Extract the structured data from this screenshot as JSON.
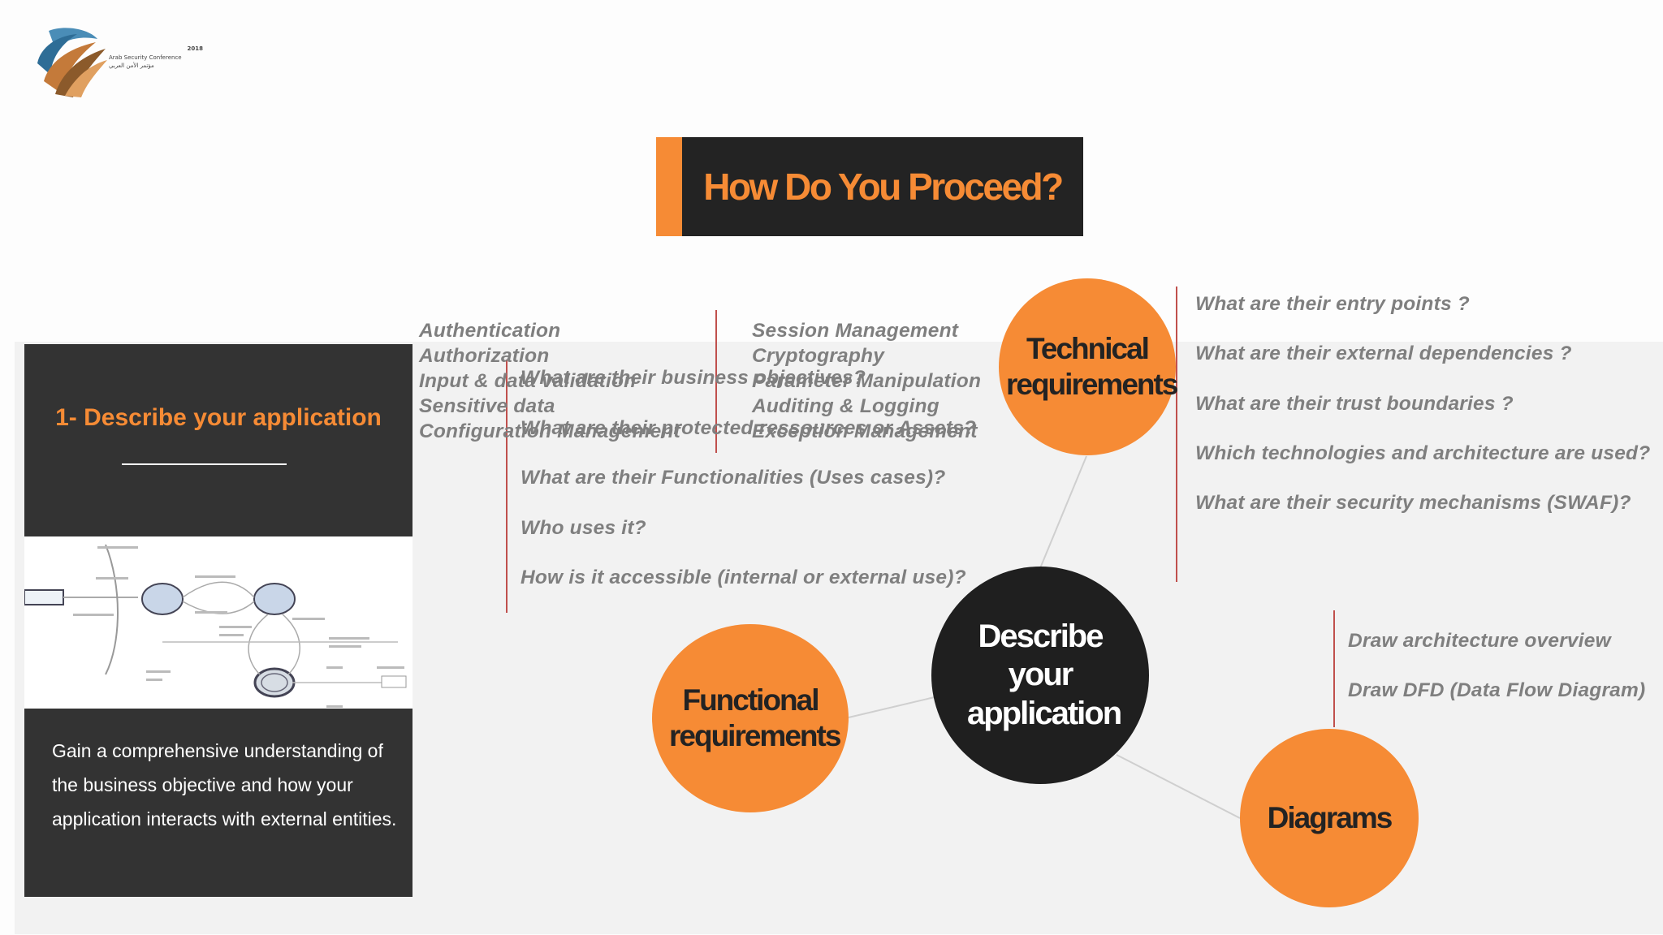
{
  "logo": {
    "year": "2018",
    "name_en": "Arab Security Conference",
    "name_ar": "مؤتمر الأمن العربي"
  },
  "title": "How Do You Proceed?",
  "card": {
    "heading": "1- Describe your application",
    "description": "Gain a comprehensive understanding of the business objective and how your application interacts with external entities."
  },
  "functional_questions": [
    "What are their business objectives?",
    "What are their protected ressources or Assets?",
    "What are their Functionalities (Uses cases)?",
    "Who uses it?",
    "How is it accessible (internal or external use)?"
  ],
  "security_topics_left": [
    "Authentication",
    "Authorization",
    "Input & data validation",
    "Sensitive data",
    "Configuration Management"
  ],
  "security_topics_right": [
    "Session Management",
    "Cryptography",
    "Parameter Manipulation",
    "Auditing & Logging",
    "Exception Management"
  ],
  "technical_questions": [
    "What are their  entry points ?",
    "What are their external dependencies ?",
    "What are their trust boundaries ?",
    "Which technologies and architecture are used?",
    "What are their security mechanisms  (SWAF)?"
  ],
  "diagram_items": [
    "Draw architecture overview",
    "Draw DFD (Data Flow Diagram)"
  ],
  "nodes": {
    "center": "Describe your application",
    "technical": "Technical requirements",
    "functional": "Functional requirements",
    "diagrams": "Diagrams"
  },
  "colors": {
    "accent": "#f68b35",
    "dark": "#232323",
    "line": "#c0504d",
    "text_gray": "#7f7f7f"
  }
}
